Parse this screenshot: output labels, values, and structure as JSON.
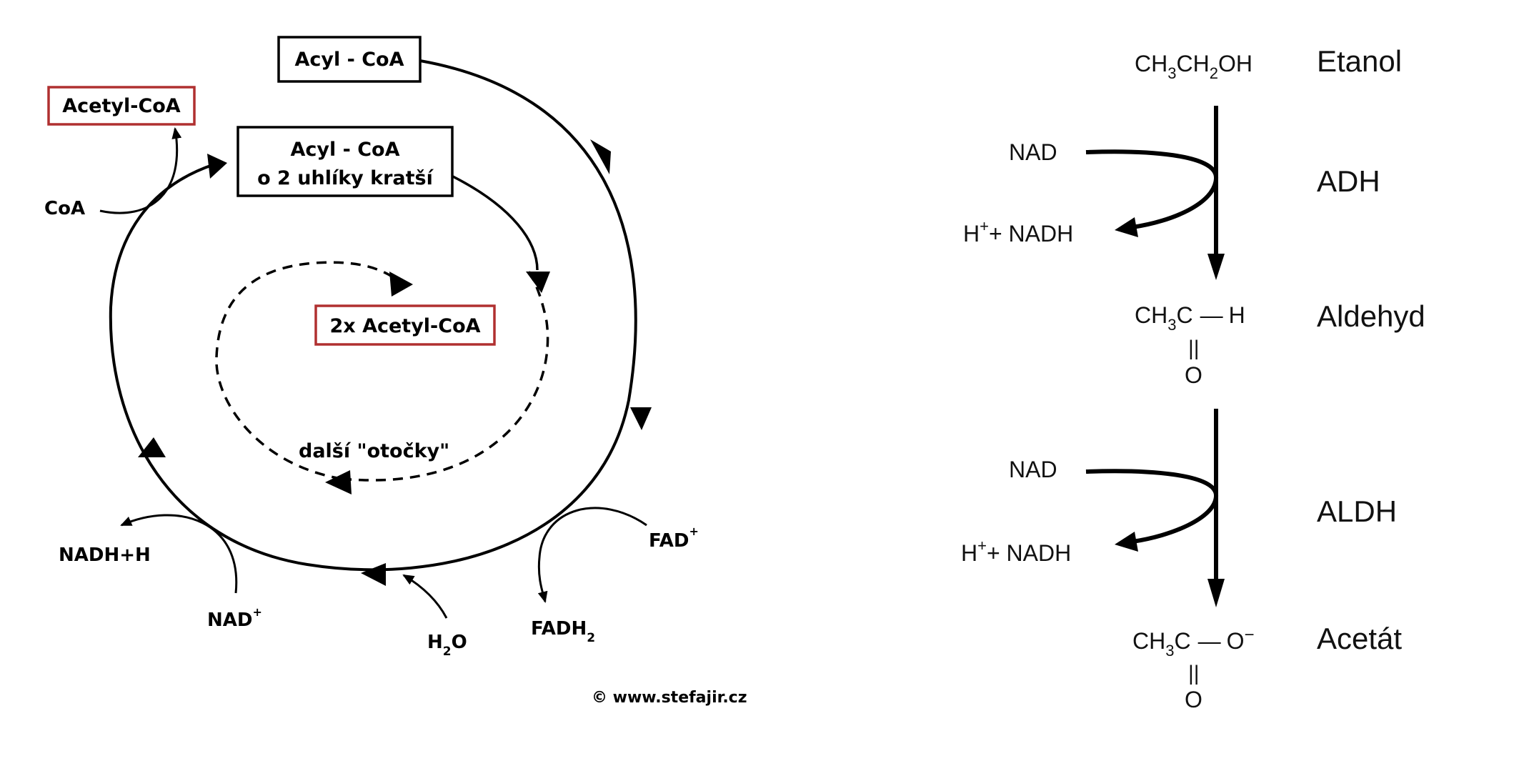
{
  "left_cycle": {
    "acyl_coa": "Acyl - CoA",
    "acyl_short_line1": "Acyl - CoA",
    "acyl_short_line2": "o 2 uhlíky kratší",
    "acetyl_coa": "Acetyl-CoA",
    "acetyl_2x": "2x Acetyl-CoA",
    "coa": "CoA",
    "dalsi": "další \"otočky\"",
    "nadh_h": "NADH+H",
    "nad": "NAD",
    "nad_sup": "+",
    "h2o_h": "H",
    "h2o_sub": "2",
    "h2o_o": "O",
    "fadh": "FADH",
    "fadh_sub": "2",
    "fad": "FAD",
    "fad_sup": "+",
    "copyright": "© www.stefajir.cz",
    "box_accent": "#b03030"
  },
  "right_pathway": {
    "ethanol_formula": {
      "a": "CH",
      "b": "3",
      "c": "CH",
      "d": "2",
      "e": "OH"
    },
    "ethanol_name": "Etanol",
    "enzyme1": "ADH",
    "nad1": "NAD",
    "nadh1": {
      "h": "H",
      "plus": "+",
      "rest": "+ NADH"
    },
    "aldehyde_formula": {
      "a": "CH",
      "b": "3",
      "c": "C",
      "dash": "—",
      "e": "H",
      "dbl": "||",
      "o": "O"
    },
    "aldehyde_name": "Aldehyd",
    "enzyme2": "ALDH",
    "nad2": "NAD",
    "nadh2": {
      "h": "H",
      "plus": "+",
      "rest": "+ NADH"
    },
    "acetate_formula": {
      "a": "CH",
      "b": "3",
      "c": "C",
      "dash": "—",
      "e": "O",
      "minus": "−",
      "dbl": "||",
      "o": "O"
    },
    "acetate_name": "Acetát"
  }
}
